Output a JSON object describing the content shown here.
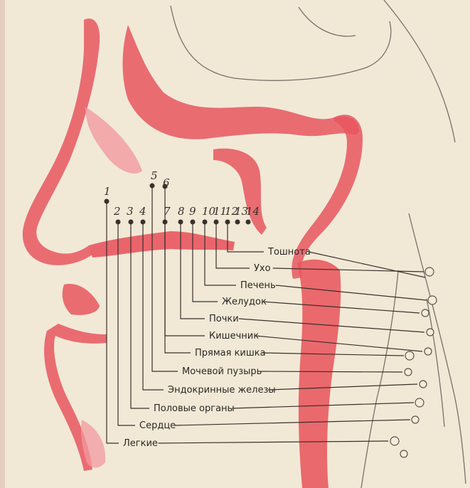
{
  "points": [
    {
      "num": "1",
      "label": "Легкие",
      "color": "#3b302c"
    },
    {
      "num": "2",
      "label": "Сердце",
      "color": "#3b302c"
    },
    {
      "num": "3",
      "label": "Половые органы",
      "color": "#3b302c"
    },
    {
      "num": "4",
      "label": "Эндокринные железы",
      "color": "#3b302c"
    },
    {
      "num": "5",
      "label": "Мочевой пузырь",
      "color": "#3b302c"
    },
    {
      "num": "6",
      "label": "Прямая кишка",
      "color": "#3b302c"
    },
    {
      "num": "7",
      "label": "Кишечник",
      "color": "#3b302c"
    },
    {
      "num": "8",
      "label": "Почки",
      "color": "#3b302c"
    },
    {
      "num": "9",
      "label": "Желудок",
      "color": "#3b302c"
    },
    {
      "num": "10",
      "label": "Печень",
      "color": "#3b302c"
    },
    {
      "num": "11",
      "label": "Ухо",
      "color": "#3b302c"
    },
    {
      "num": "12",
      "label": "Тошнота",
      "color": "#3b302c"
    },
    {
      "num": "13",
      "label": "",
      "color": "#3b302c"
    },
    {
      "num": "14",
      "label": "",
      "color": "#3b302c"
    }
  ],
  "colors": {
    "paper": "#f1e9d6",
    "zone_red": "#e8565f",
    "zone_red_light": "#f29aa0",
    "line_ink": "#3b302c",
    "sketch": "#77706a"
  }
}
